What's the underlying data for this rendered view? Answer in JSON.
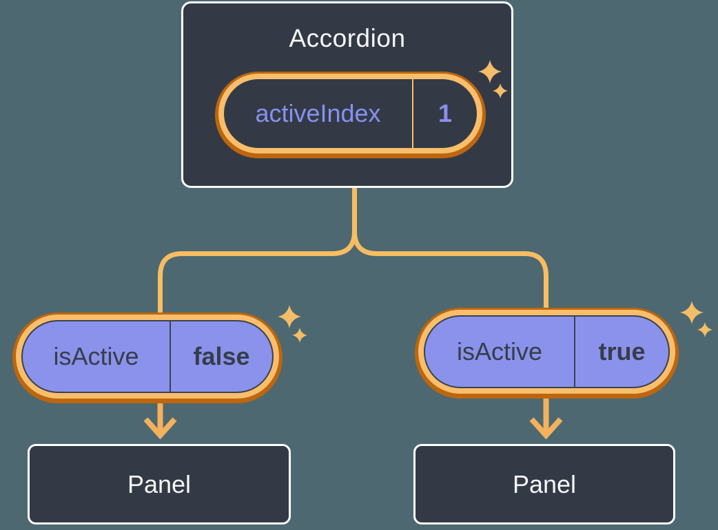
{
  "diagram": {
    "root": {
      "title": "Accordion",
      "pill": {
        "label": "activeIndex",
        "value": "1"
      }
    },
    "children": [
      {
        "pill": {
          "label": "isActive",
          "value": "false"
        },
        "panel": {
          "label": "Panel"
        }
      },
      {
        "pill": {
          "label": "isActive",
          "value": "true"
        },
        "panel": {
          "label": "Panel"
        }
      }
    ]
  },
  "icons": {
    "sparkle-icon": "✦ four-point star",
    "arrow-down-icon": "↓"
  },
  "colors": {
    "background": "#4d6870",
    "card_bg": "#333a46",
    "card_border": "#ffffff",
    "pill_purple": "#8b92eb",
    "pill_outline_dark": "#39424e",
    "text_light": "#f6f7f9",
    "text_purple": "#8a90f0",
    "text_dark": "#353e4b",
    "ring_light": "#f9be6b",
    "ring_dark": "#bc660f",
    "connector_line": "#f8bd62",
    "arrow": "#f3b15d",
    "sparkle": "#f4bd68"
  }
}
